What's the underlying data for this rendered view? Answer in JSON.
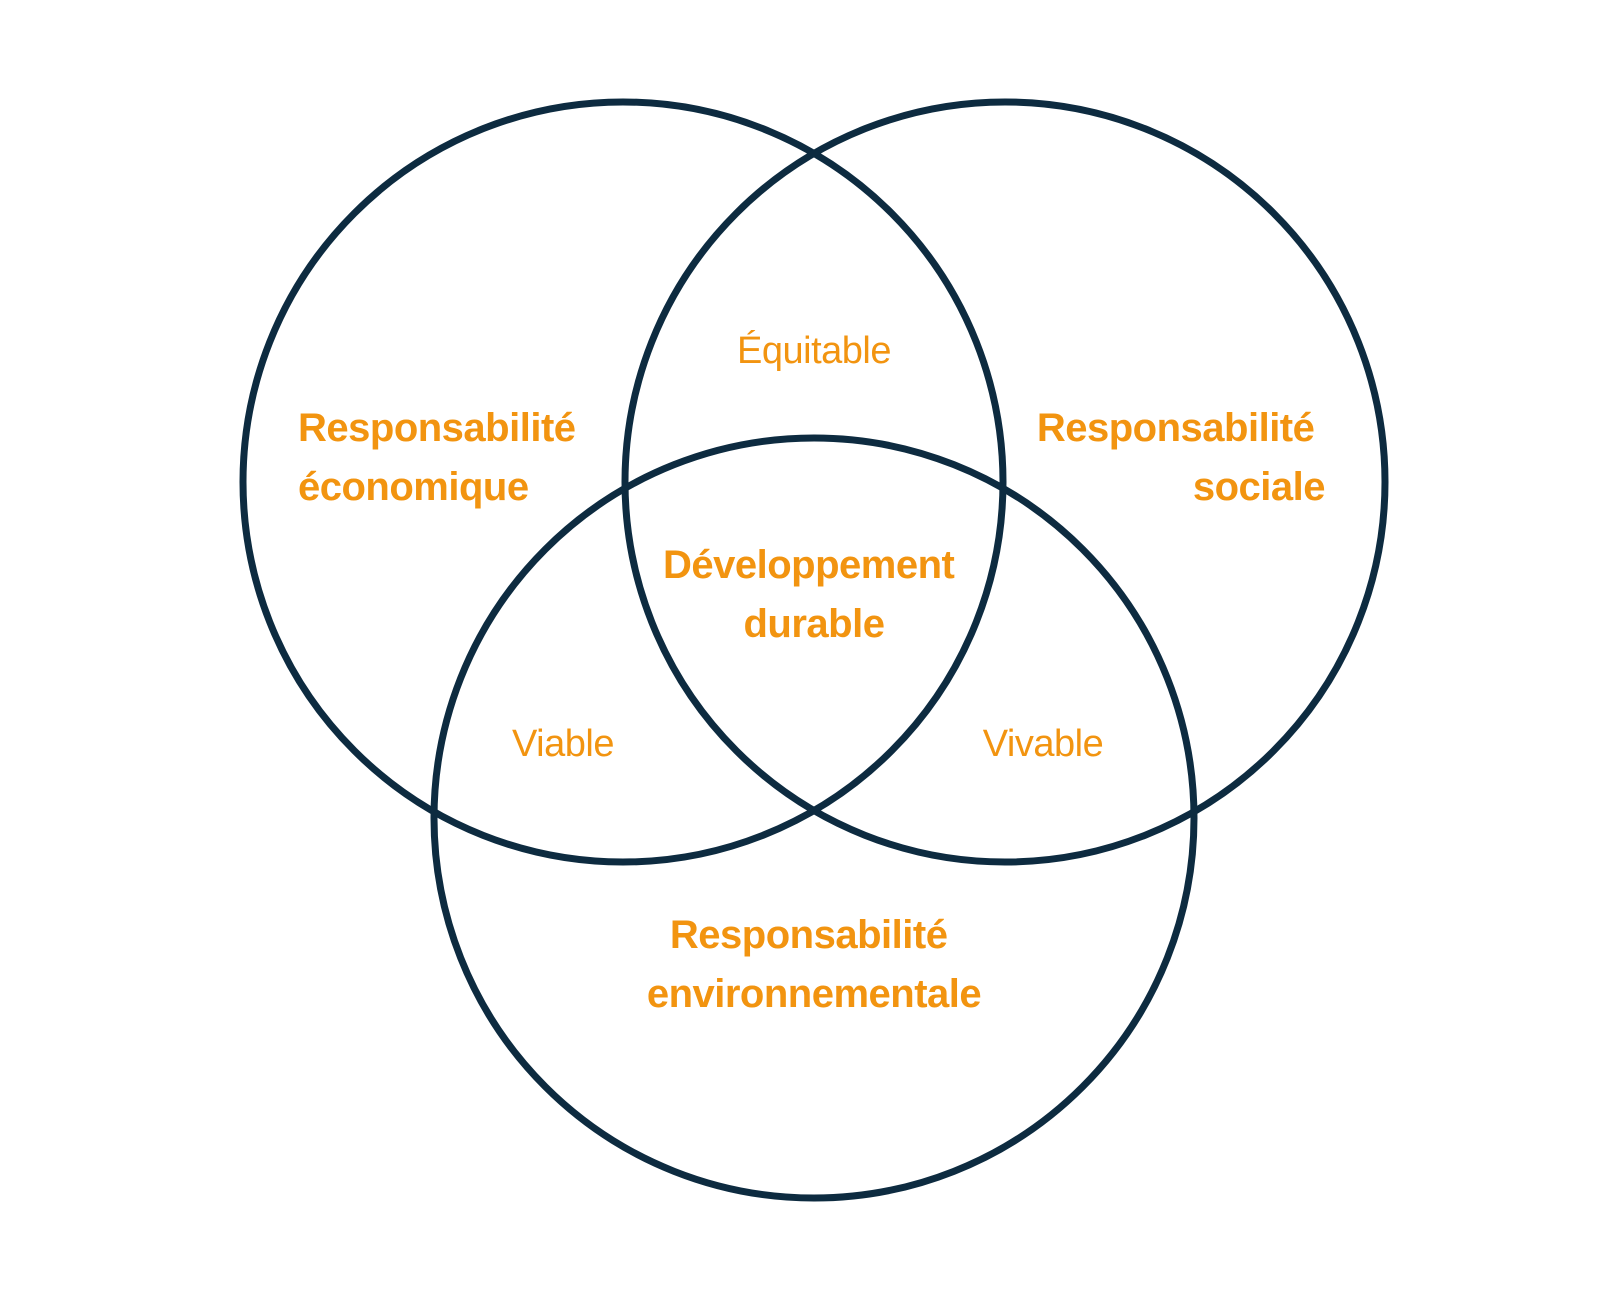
{
  "colors": {
    "circle_stroke": "#0d2b40",
    "label": "#f29410",
    "background": "#ffffff"
  },
  "sets": {
    "economic": [
      "Responsabilité",
      "économique"
    ],
    "social": [
      "Responsabilité",
      "sociale"
    ],
    "environmental": [
      "Responsabilité",
      "environnementale"
    ]
  },
  "intersections": {
    "economic_social": "Équitable",
    "economic_environmental": "Viable",
    "social_environmental": "Vivable",
    "all": [
      "Développement",
      "durable"
    ]
  }
}
